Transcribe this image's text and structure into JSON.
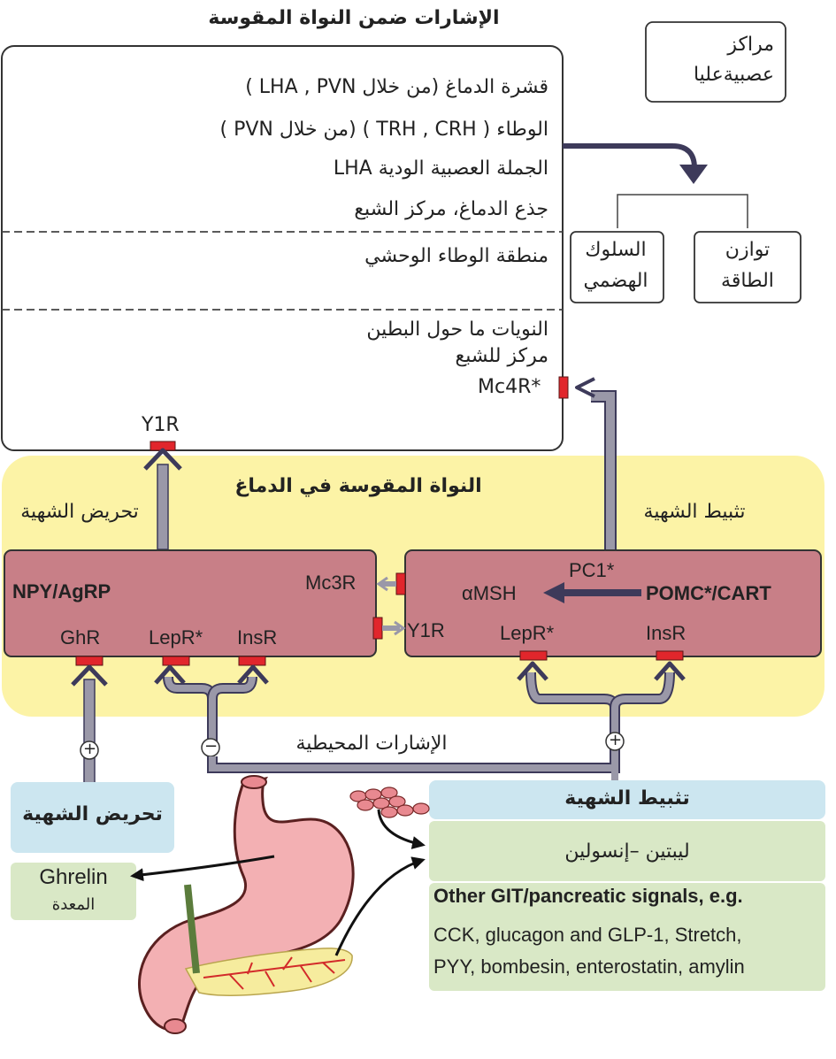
{
  "title_top": "الإشارات ضمن النواة المقوسة",
  "higher_centers": {
    "line1": "مراكز",
    "line2": "عصبيةعليا"
  },
  "upper_box": {
    "line1": "قشرة الدماغ (من خلال  LHA , PVN )",
    "line2": "الوطاء  ( TRH , CRH ) (من خلال  PVN )",
    "line3": "الجملة العصبية الودية  LHA",
    "line4": "جذع الدماغ، مركز الشبع"
  },
  "lateral_hypothalamus": "منطقة الوطاء الوحشي",
  "paraventricular": {
    "line1": "النويات ما حول البطين",
    "line2": "مركز للشبع"
  },
  "outputs": {
    "digestive": {
      "line1": "السلوك",
      "line2": "الهضمي"
    },
    "energy": {
      "line1": "توازن",
      "line2": "الطاقة"
    }
  },
  "receptors": {
    "y1r_top": "Y1R",
    "mc4r": "Mc4R*"
  },
  "arcuate": {
    "title": "النواة المقوسة في الدماغ",
    "stimulation_label": "تحريض الشهية",
    "inhibition_label": "تثبيط الشهية",
    "left_cell": {
      "name": "NPY/AgRP",
      "mc3r": "Mc3R",
      "ghr": "GhR",
      "lepr": "LepR*",
      "insr": "InsR"
    },
    "right_cell": {
      "name": "POMC*/CART",
      "pc1": "PC1*",
      "amsh": "αMSH",
      "y1r": "Y1R",
      "lepr": "LepR*",
      "insr": "InsR"
    }
  },
  "peripheral_signals": "الإشارات المحيطية",
  "signs": {
    "plus": "+",
    "minus": "−"
  },
  "bottom_left": {
    "stimulate": "تحريض الشهية",
    "ghrelin": "Ghrelin",
    "stomach": "المعدة"
  },
  "bottom_right": {
    "inhibit": "تثبيط الشهية",
    "leptin_insulin": "ليبتين –إنسولين",
    "other_title": "Other GIT/pancreatic signals, e.g.",
    "other_line1": "CCK, glucagon and GLP-1, Stretch,",
    "other_line2": "PYY, bombesin, enterostatin, amylin"
  },
  "colors": {
    "yellow_region": "#fcf3a6",
    "cell_fill": "#c87f87",
    "receptor_red": "#e1262c",
    "arrow_gray": "#9a98a8",
    "blue_box": "#cce6f0",
    "green_box": "#d9e8c6",
    "stomach_pink": "#f3b0b3"
  }
}
